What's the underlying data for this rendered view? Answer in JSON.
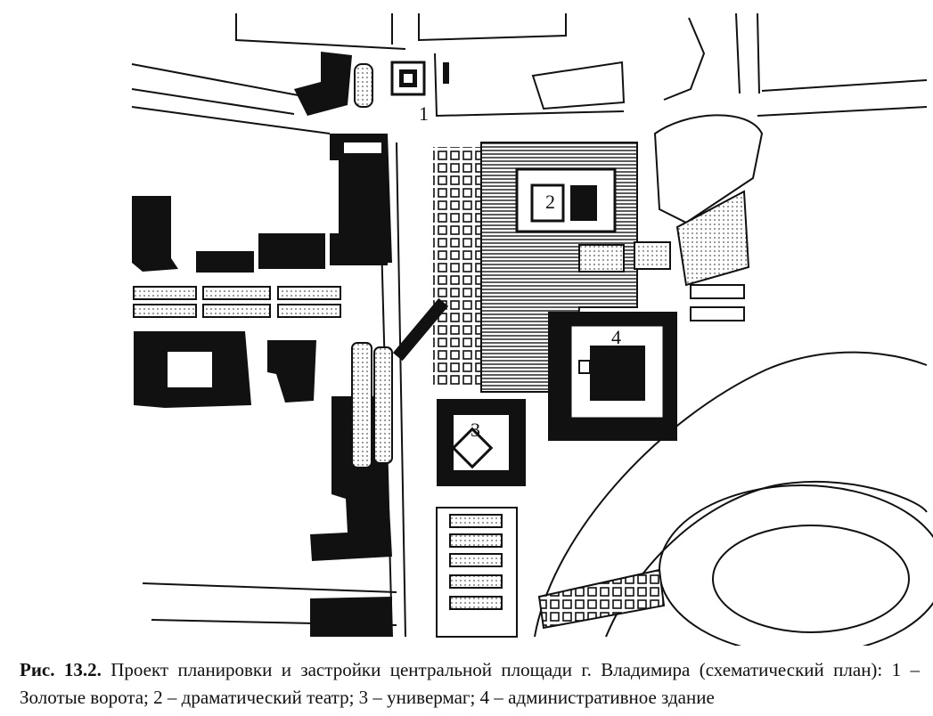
{
  "figure": {
    "label": "Рис. 13.2.",
    "caption": "Проект планировки и застройки центральной площади г. Владимира (схематический план): 1 – Золотые ворота; 2 – драматический театр; 3 – универмаг; 4 – административное здание",
    "markers": [
      "1",
      "2",
      "3",
      "4"
    ],
    "style": {
      "ink": "#111111",
      "paper": "#ffffff",
      "hatch": "#444444",
      "dot": "#666666"
    }
  }
}
